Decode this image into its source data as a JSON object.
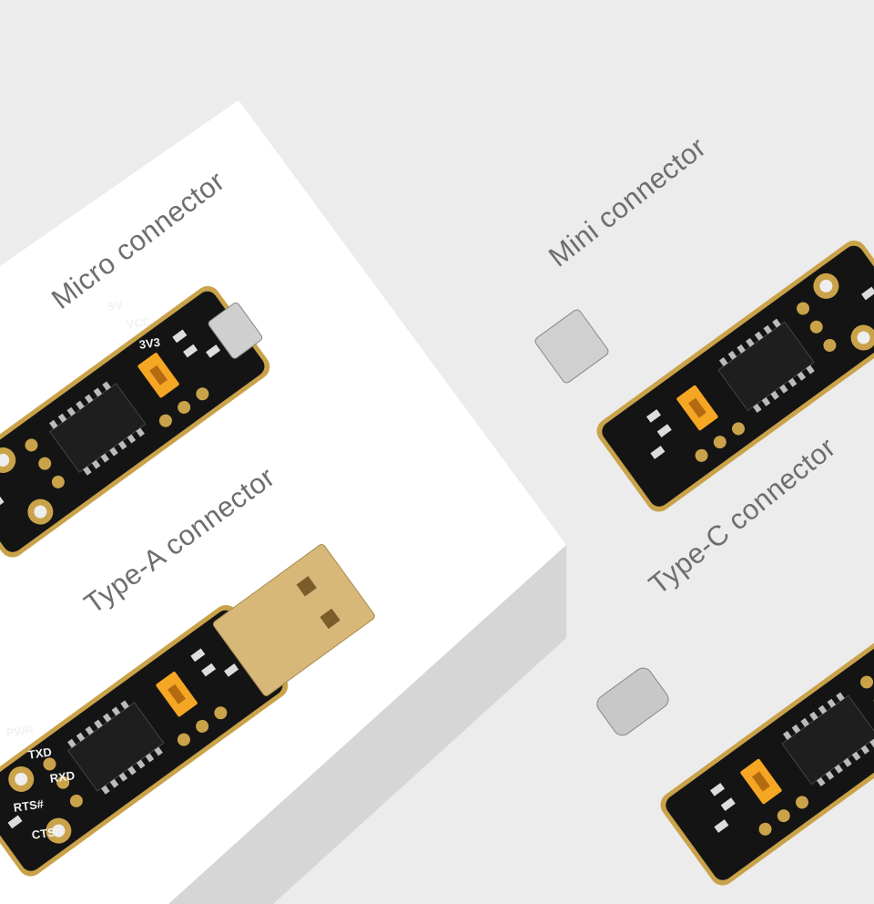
{
  "labels": {
    "micro": "Micro connector",
    "type_a": "Type-A connector",
    "mini": "Mini connector",
    "type_c": "Type-C connector"
  },
  "board_silkscreen": [
    "5V",
    "VCC",
    "3V3",
    "PWR",
    "TXD",
    "RXD",
    "RTS#",
    "CTS#"
  ],
  "colors": {
    "background": "#ececec",
    "box_top": "#ffffff",
    "box_side": "#d4d4d4",
    "pcb": "#141414",
    "pcb_edge": "#c9a24a",
    "jumper": "#f5a623",
    "label_text": "#6e6e6e"
  }
}
